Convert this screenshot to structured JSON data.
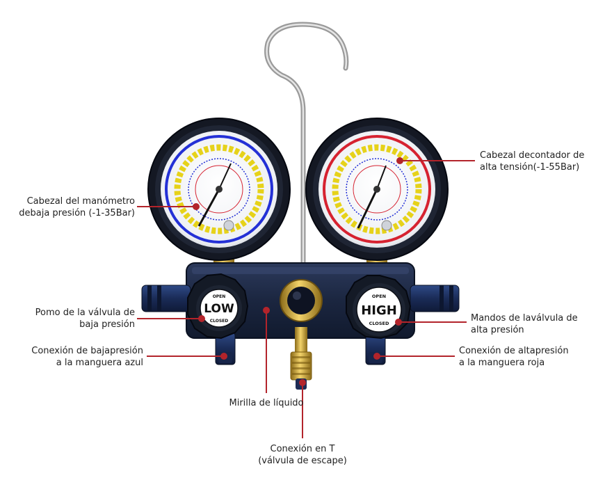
{
  "colors": {
    "leader": "#b3242b",
    "body": "#1b2640",
    "bezel": "#1a1f2b",
    "brass": "#d4a72c",
    "low_ring": "#2430d6",
    "high_ring": "#d62230",
    "scale_yellow": "#e6d21a",
    "hook": "#b5b5b5"
  },
  "knobs": {
    "low": {
      "open": "OPEN",
      "main": "LOW",
      "closed": "CLOSED"
    },
    "high": {
      "open": "OPEN",
      "main": "HIGH",
      "closed": "CLOSED"
    }
  },
  "callouts": {
    "low_gauge": {
      "line1": "Cabezal del manómetro",
      "line2": "debaja presión (-1-35Bar)"
    },
    "high_gauge": {
      "line1": "Cabezal decontador de",
      "line2": "alta tensión(-1-55Bar)"
    },
    "low_knob": {
      "line1": "Pomo de la válvula de",
      "line2": "baja presión"
    },
    "high_knob": {
      "line1": "Mandos de laválvula de",
      "line2": "alta presión"
    },
    "low_port": {
      "line1": "Conexión de bajapresión",
      "line2": "a la manguera azul"
    },
    "high_port": {
      "line1": "Conexión de altapresión",
      "line2": "a la manguera roja"
    },
    "sight_glass": {
      "line1": "Mirilla de líquido"
    },
    "tee": {
      "line1": "Conexión en T",
      "line2": "(válvula de escape)"
    }
  }
}
